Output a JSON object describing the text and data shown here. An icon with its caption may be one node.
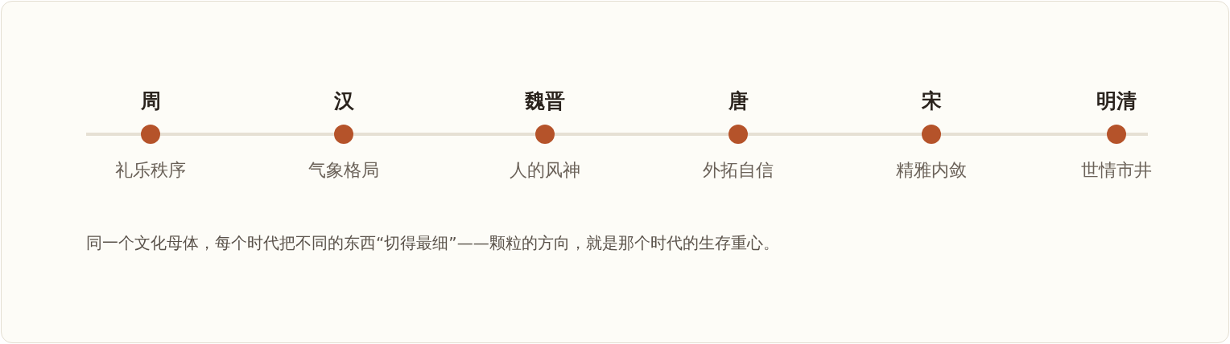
{
  "diagram": {
    "caption": "同一个文化母体，每个时代把不同的东西“切得最细”——颗粒的方向，就是那个时代的生存重心。",
    "nodes": [
      {
        "text": [
          "周",
          "礼乐秩序"
        ]
      },
      {
        "text": [
          "汉",
          "气象格局"
        ]
      },
      {
        "text": [
          "魏晋",
          "人的风神"
        ]
      },
      {
        "text": [
          "唐",
          "外拓自信"
        ]
      },
      {
        "text": [
          "宋",
          "精雅内敛"
        ]
      },
      {
        "text": [
          "明清",
          "世情市井"
        ]
      }
    ],
    "edges": [
      {
        "from": 0,
        "to": 1,
        "arrow": "none"
      },
      {
        "from": 1,
        "to": 2,
        "arrow": "none"
      },
      {
        "from": 2,
        "to": 3,
        "arrow": "none"
      },
      {
        "from": 3,
        "to": 4,
        "arrow": "none"
      },
      {
        "from": 4,
        "to": 5,
        "arrow": "none"
      }
    ]
  }
}
